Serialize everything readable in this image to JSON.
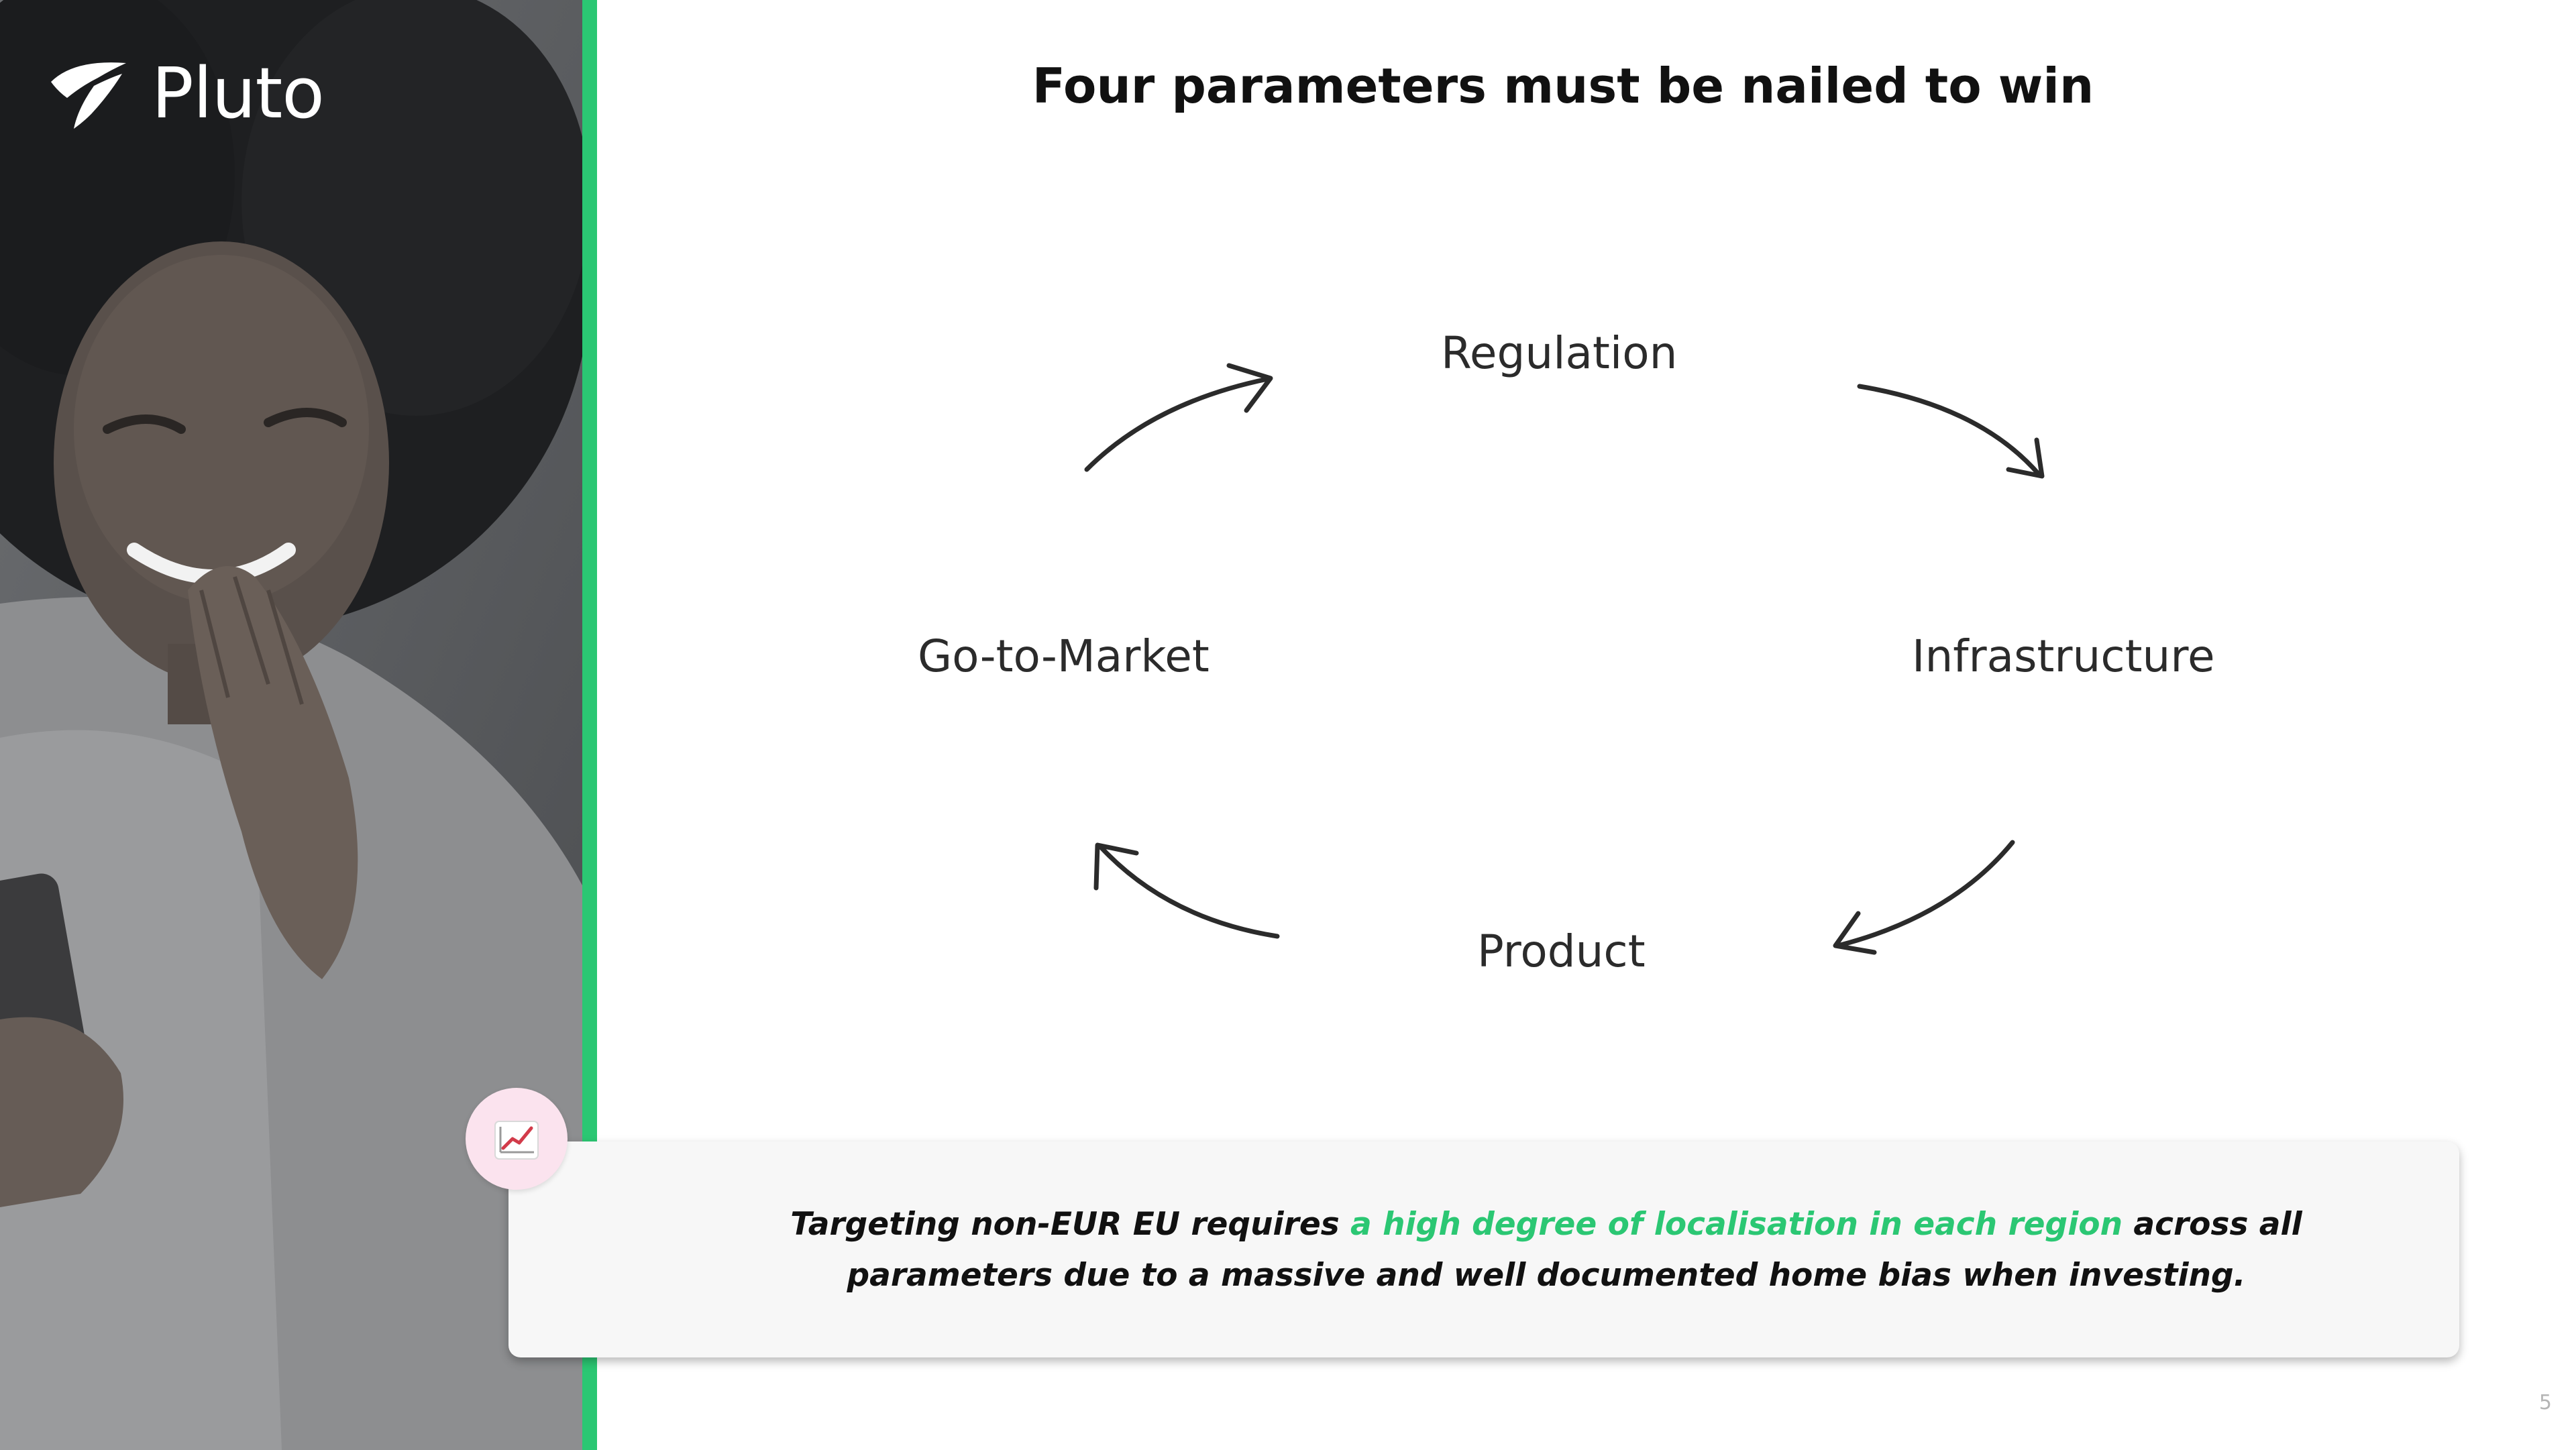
{
  "brand": {
    "logo_text": "Pluto",
    "accent_color": "#2bc773"
  },
  "slide": {
    "title": "Four parameters must be nailed to win",
    "page_number": "5"
  },
  "diagram": {
    "type": "cycle",
    "nodes": {
      "top": "Regulation",
      "right": "Infrastructure",
      "bottom": "Product",
      "left": "Go-to-Market"
    },
    "flow": [
      "Regulation",
      "Infrastructure",
      "Product",
      "Go-to-Market"
    ]
  },
  "callout": {
    "text_before": "Targeting non-EUR EU requires ",
    "highlight": "a high degree of localisation in each region",
    "text_after": " across all parameters due to a massive and well documented home bias when investing.",
    "highlight_color": "#2bc773",
    "icon": "chart-line-icon"
  }
}
